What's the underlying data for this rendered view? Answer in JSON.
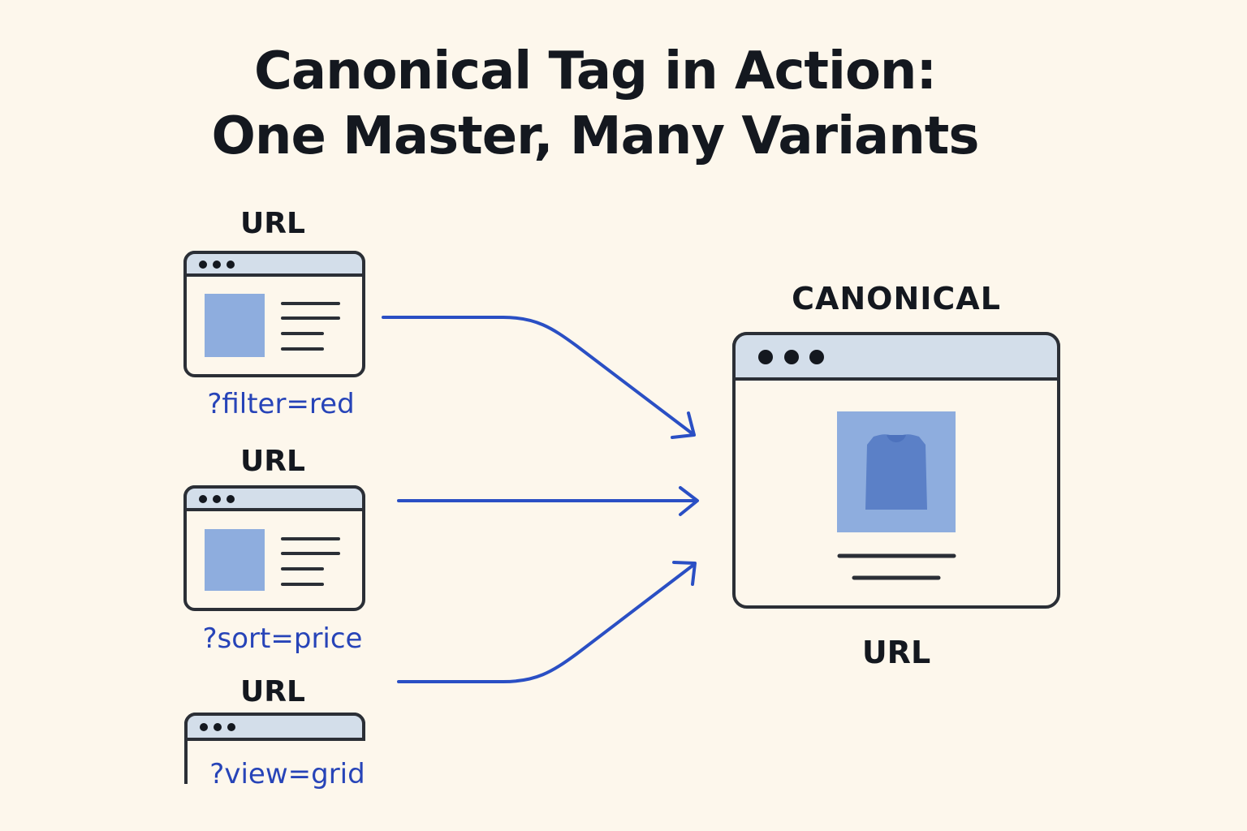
{
  "title": {
    "line1": "Canonical Tag in Action:",
    "line2": "One Master, Many Variants"
  },
  "variants": [
    {
      "label": "URL",
      "query": "?filter=red"
    },
    {
      "label": "URL",
      "query": "?sort=price"
    },
    {
      "label": "URL",
      "query": "?view=grid"
    }
  ],
  "canonical": {
    "label": "CANONICAL",
    "url_label": "URL"
  },
  "colors": {
    "background": "#fdf7ec",
    "outline": "#2b2f36",
    "titlebar": "#d3deea",
    "thumbnail": "#8eadde",
    "product": "#5b80c7",
    "arrow": "#2a4fc4",
    "query_text": "#2744b8"
  },
  "icons": {
    "variant_window": "browser-window-icon",
    "canonical_window": "browser-window-icon",
    "product": "sweater-icon"
  }
}
